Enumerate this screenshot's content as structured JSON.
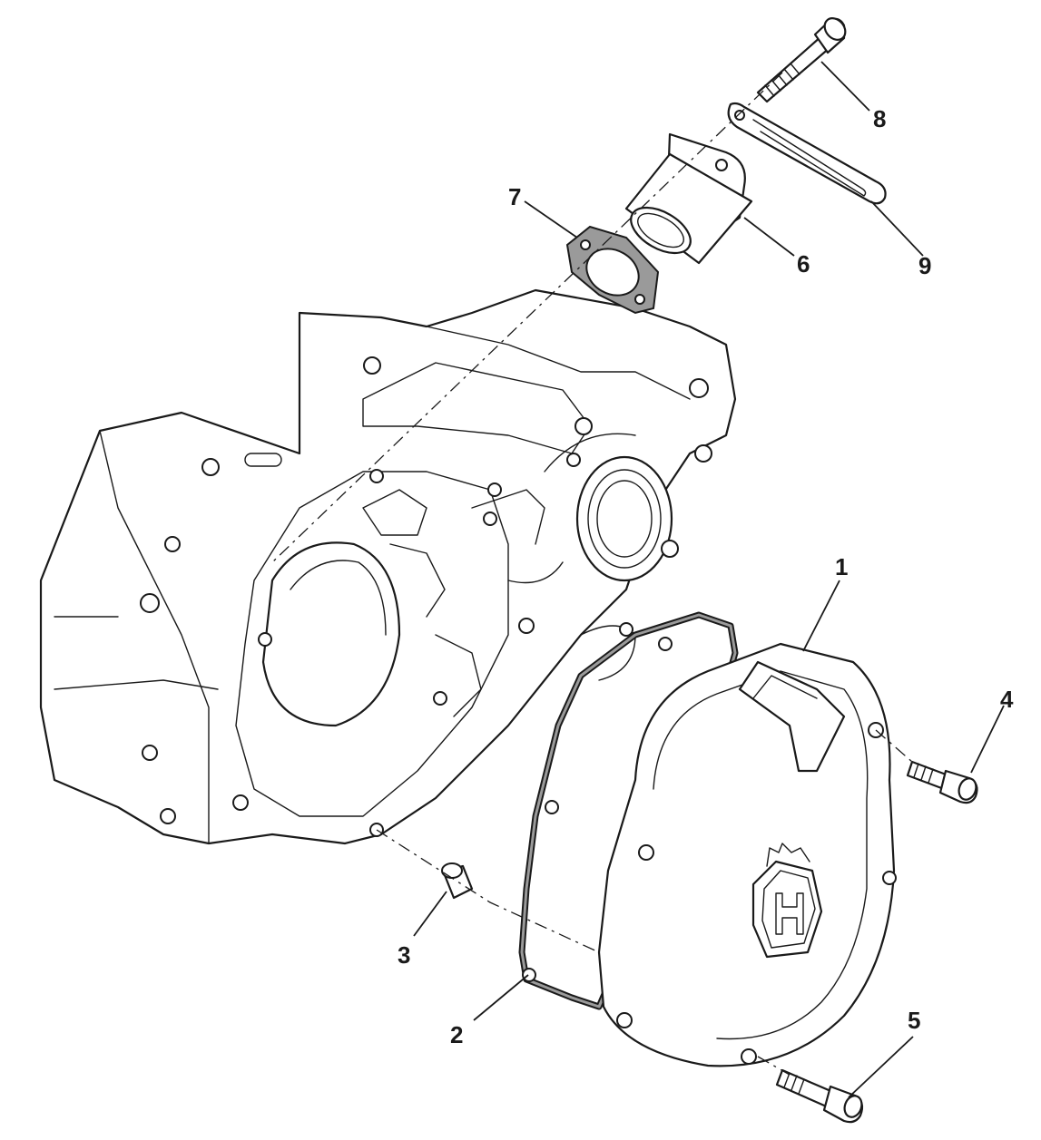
{
  "callouts": [
    {
      "id": "1",
      "label": "1"
    },
    {
      "id": "2",
      "label": "2"
    },
    {
      "id": "3",
      "label": "3"
    },
    {
      "id": "4",
      "label": "4"
    },
    {
      "id": "5",
      "label": "5"
    },
    {
      "id": "6",
      "label": "6"
    },
    {
      "id": "7",
      "label": "7"
    },
    {
      "id": "8",
      "label": "8"
    },
    {
      "id": "9",
      "label": "9"
    }
  ],
  "colors": {
    "line": "#1a1a1a",
    "gasket_fill": "#9a9a9a",
    "background": "#ffffff"
  }
}
